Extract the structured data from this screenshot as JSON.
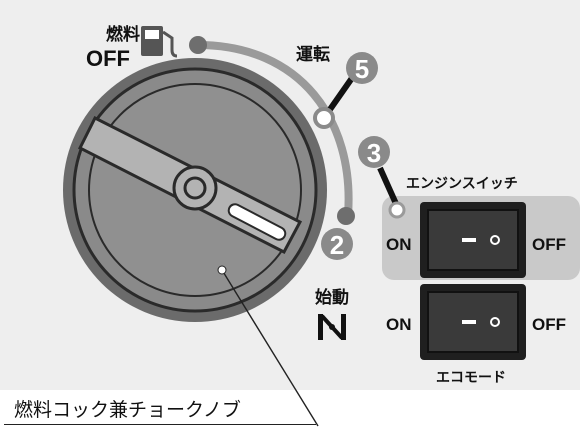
{
  "colors": {
    "background_panel": "#eeeeee",
    "switch_panel": "#c9c9c9",
    "arc": "#9a9a9a",
    "knob_outer": "#6b6b6b",
    "knob_inner": "#8a8a8a",
    "switch_body": "#3a3a3a",
    "text": "#111111"
  },
  "fuel_label": {
    "line1": "燃料",
    "line2": "OFF"
  },
  "fuel_icon": "fuel-pump-icon",
  "run_label": "運転",
  "start_label": "始動",
  "start_icon": "choke-n-icon",
  "markers": {
    "run_number": "5",
    "switch_number": "3",
    "start_number": "2"
  },
  "engine_switch": {
    "title": "エンジンスイッチ",
    "on": "ON",
    "off": "OFF"
  },
  "eco_switch": {
    "title": "エコモード",
    "on": "ON",
    "off": "OFF"
  },
  "caption": "燃料コック兼チョークノブ"
}
